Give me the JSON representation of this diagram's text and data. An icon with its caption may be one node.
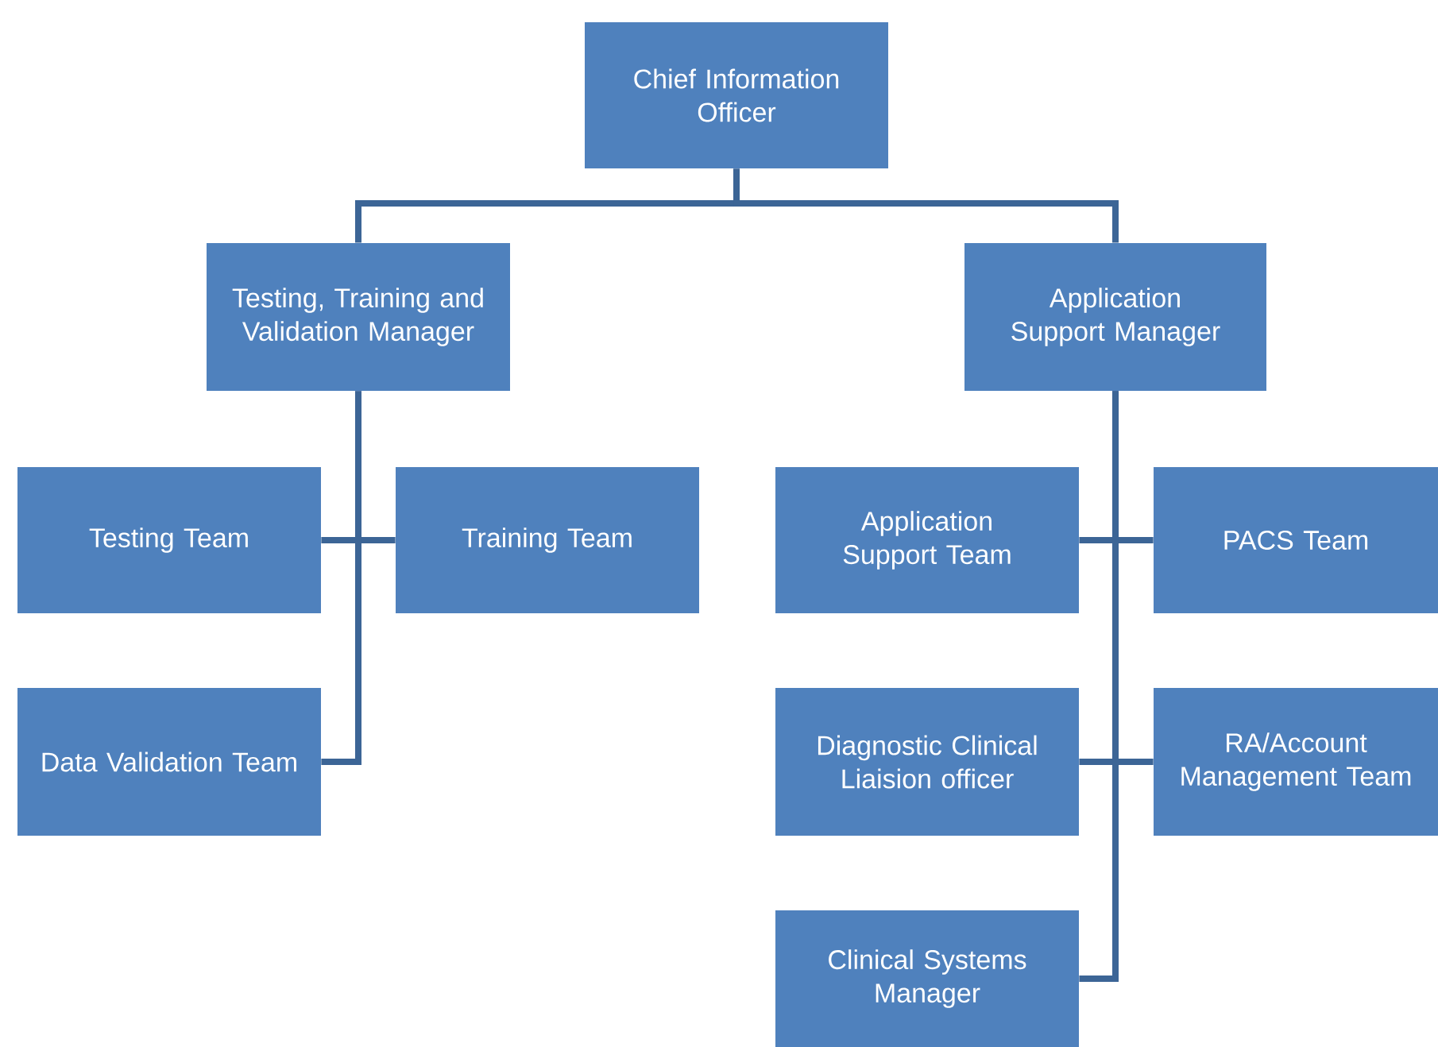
{
  "diagram": {
    "nodes": [
      {
        "text": [
          "Chief Information Officer"
        ]
      },
      {
        "text": [
          "Testing, Training and Validation Manager"
        ]
      },
      {
        "text": [
          "Application Support Manager"
        ]
      },
      {
        "text": [
          "Testing Team"
        ]
      },
      {
        "text": [
          "Training Team"
        ]
      },
      {
        "text": [
          "Data Validation Team"
        ]
      },
      {
        "text": [
          "Application Support Team"
        ]
      },
      {
        "text": [
          "PACS Team"
        ]
      },
      {
        "text": [
          "Diagnostic Clinical Liaision officer"
        ]
      },
      {
        "text": [
          "RA/Account Management Team"
        ]
      },
      {
        "text": [
          "Clinical Systems Manager"
        ]
      }
    ],
    "edges": [
      {
        "from": 0,
        "to": 1,
        "arrow": "none"
      },
      {
        "from": 0,
        "to": 2,
        "arrow": "none"
      },
      {
        "from": 1,
        "to": 3,
        "arrow": "none"
      },
      {
        "from": 1,
        "to": 4,
        "arrow": "none"
      },
      {
        "from": 1,
        "to": 5,
        "arrow": "none"
      },
      {
        "from": 2,
        "to": 6,
        "arrow": "none"
      },
      {
        "from": 2,
        "to": 7,
        "arrow": "none"
      },
      {
        "from": 2,
        "to": 8,
        "arrow": "none"
      },
      {
        "from": 2,
        "to": 9,
        "arrow": "none"
      },
      {
        "from": 2,
        "to": 10,
        "arrow": "none"
      }
    ]
  }
}
